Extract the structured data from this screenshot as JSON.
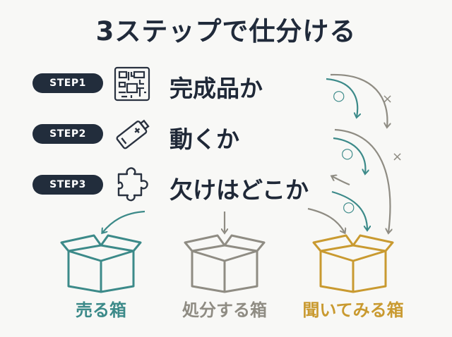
{
  "title": "3ステップで仕分ける",
  "steps": [
    {
      "badge": "STEP1",
      "text": "完成品か",
      "icon": "circuit-icon"
    },
    {
      "badge": "STEP2",
      "text": "動くか",
      "icon": "battery-icon"
    },
    {
      "badge": "STEP3",
      "text": "欠けはどこか",
      "icon": "puzzle-piece-icon"
    }
  ],
  "marks": {
    "ok": "○",
    "ng": "×"
  },
  "boxes": [
    {
      "label": "売る箱",
      "color": "#3c8a89"
    },
    {
      "label": "処分する箱",
      "color": "#8f8c83"
    },
    {
      "label": "聞いてみる箱",
      "color": "#c99a30"
    }
  ]
}
